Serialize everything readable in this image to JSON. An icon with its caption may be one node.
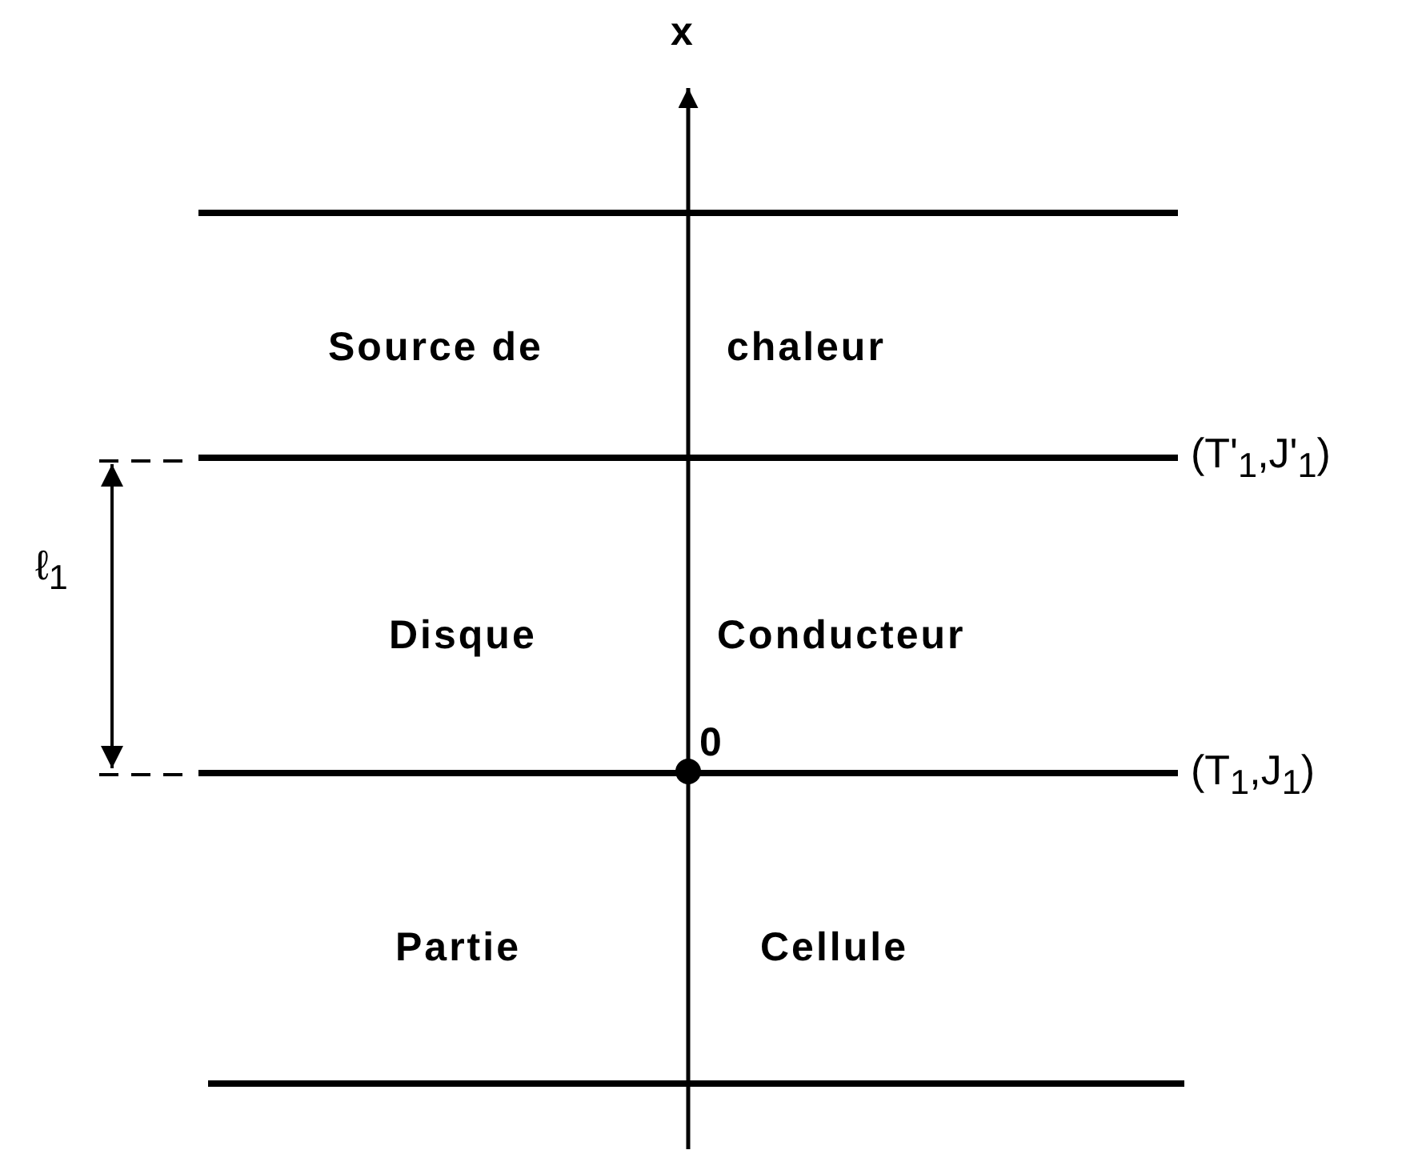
{
  "diagram": {
    "labels": [
      "x",
      "Source de",
      "chaleur",
      "(T'$_{1}$,J'$_{1}$)",
      "ℓ$_{1}$",
      "Disque",
      "Conducteur",
      "0",
      "(T$_{1}$,J$_{1}$)",
      "Partie",
      "Cellule"
    ]
  }
}
